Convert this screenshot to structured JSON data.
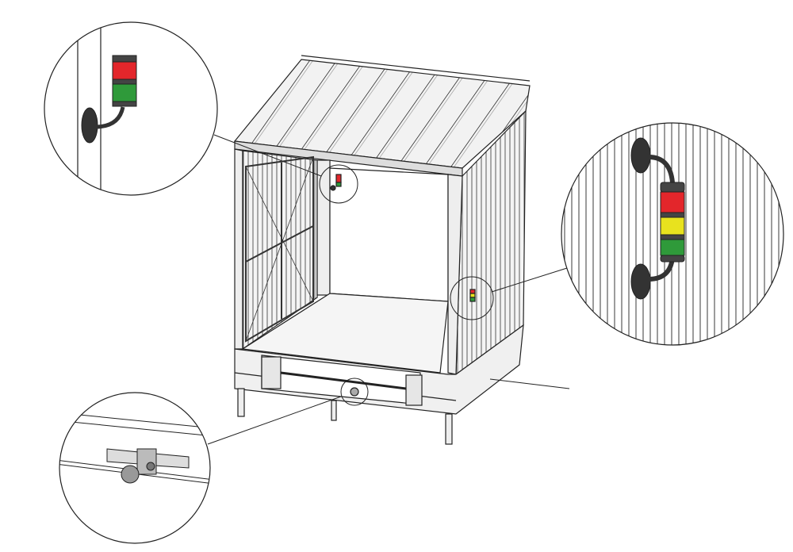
{
  "colors": {
    "background": "#ffffff",
    "line": "#222222",
    "panel": "#e8e8e8",
    "interior": "#ffffff",
    "signal_red": "#e3262b",
    "signal_yellow": "#e8e21e",
    "signal_green": "#2f9a3a",
    "signal_body": "#3a3a3a"
  },
  "signal_tower_small": {
    "segments": [
      "red",
      "green"
    ]
  },
  "signal_tower_large": {
    "segments": [
      "red",
      "yellow",
      "green"
    ]
  }
}
